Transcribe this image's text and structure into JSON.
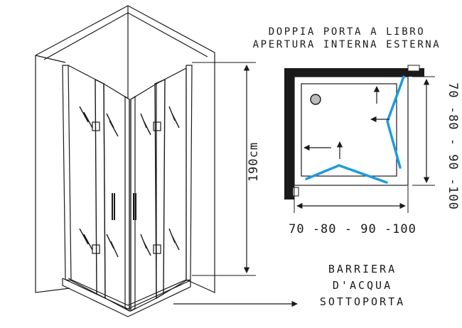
{
  "title": {
    "line1": "DOPPIA PORTA A LIBRO",
    "line2": "APERTURA INTERNA ESTERNA"
  },
  "dimensions": {
    "height": "190cm",
    "width_options": "70 -80 - 90 -100",
    "depth_options": "70 -80 - 90 -100"
  },
  "note": {
    "line1": "BARRIERA",
    "line2": "D'ACQUA",
    "line3": "SOTTOPORTA"
  },
  "colors": {
    "line": "#1a1a1a",
    "wall": "#1a1a1a",
    "door_swing": "#1e9be0"
  }
}
